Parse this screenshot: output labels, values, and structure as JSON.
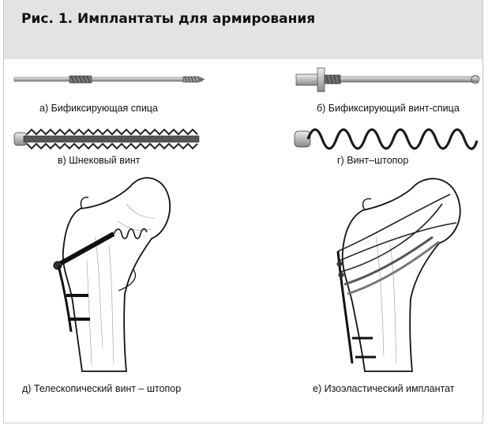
{
  "figure": {
    "title": "Рис. 1. Имплантаты для армирования",
    "captions": {
      "a": "а) Бификсирующая спица",
      "b": "б) Бификсирующий винт-спица",
      "v": "в) Шнековый винт",
      "g": "г) Винт–штопор",
      "d": "д) Телескопический винт – штопор",
      "e": "е) Изоэластический имплантат"
    }
  }
}
